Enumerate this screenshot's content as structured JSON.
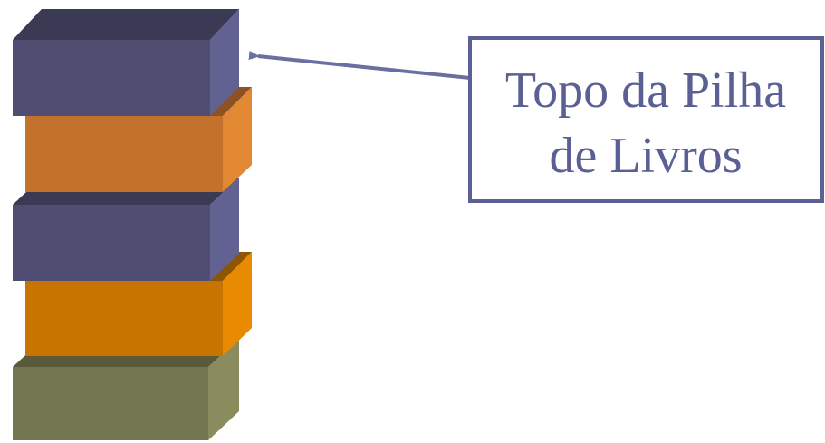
{
  "label": {
    "line1": "Topo da Pilha",
    "line2": "de Livros"
  },
  "colors": {
    "background": "#ffffff",
    "label_text": "#5a5f94",
    "label_border": "#5a5f94",
    "arrow": "#6a6fa2"
  },
  "books": [
    {
      "name": "book-top",
      "front": "#4f4d72",
      "top": "#3a3a55",
      "side": "#616192"
    },
    {
      "name": "book-second",
      "front": "#c2722a",
      "top": "#8c5221",
      "side": "#e28832"
    },
    {
      "name": "book-third",
      "front": "#4f4d72",
      "top": "#3a3a55",
      "side": "#616192"
    },
    {
      "name": "book-fourth",
      "front": "#c87400",
      "top": "#8e5505",
      "side": "#e88a02"
    },
    {
      "name": "book-bottom",
      "front": "#737650",
      "top": "#585a3a",
      "side": "#8a8c5e"
    }
  ]
}
